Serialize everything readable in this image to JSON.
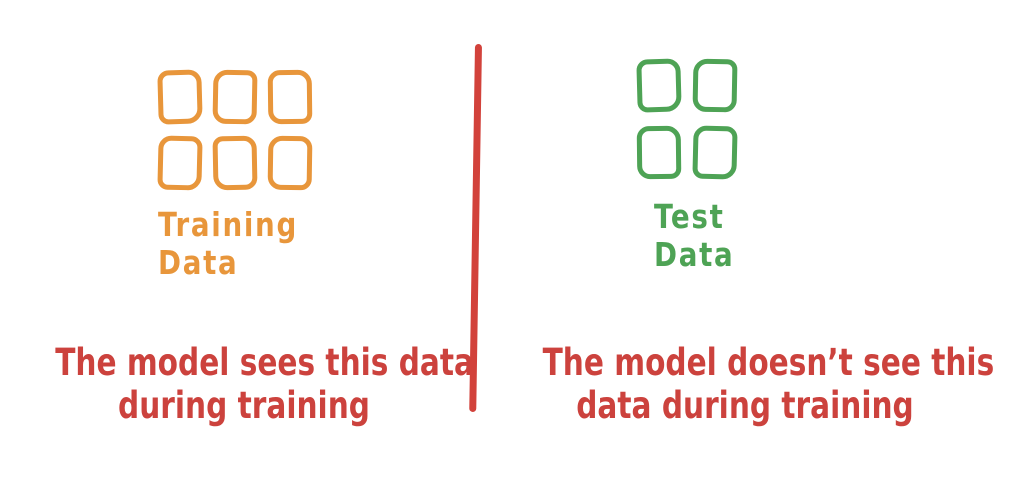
{
  "colors": {
    "training": "#E8963B",
    "test": "#4EA355",
    "caption": "#CC423D",
    "divider": "#D2423B"
  },
  "training": {
    "label_lines": [
      "Training",
      "Data"
    ],
    "square_count": 6,
    "caption_lines": [
      "The model sees this data",
      "during training"
    ]
  },
  "test": {
    "label_lines": [
      "Test",
      "Data"
    ],
    "square_count": 4,
    "caption_lines": [
      "The model doesn’t see this",
      "data during training"
    ]
  }
}
